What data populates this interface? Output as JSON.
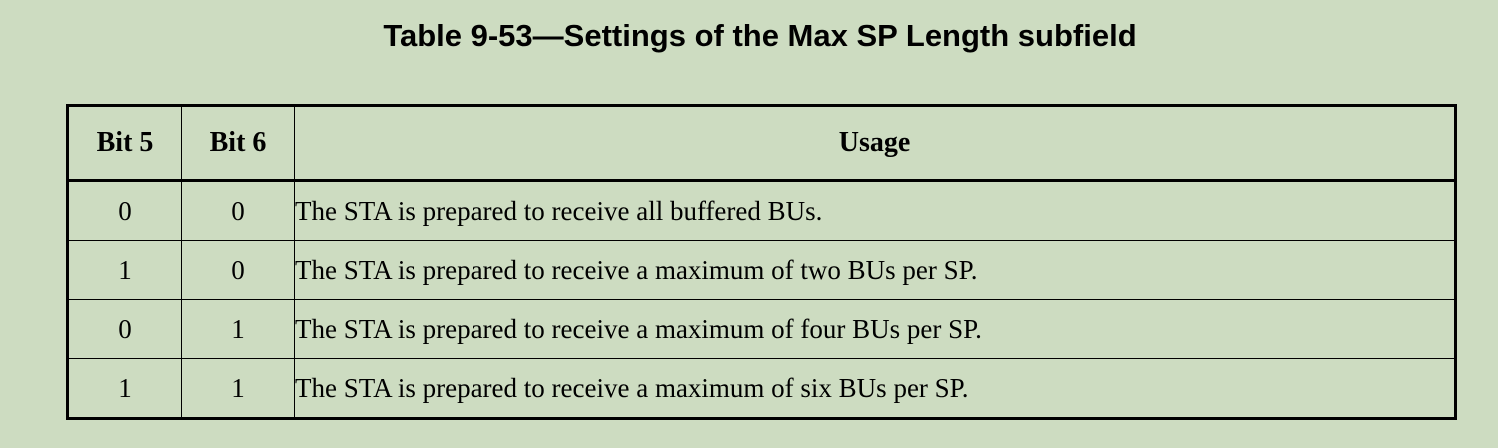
{
  "table": {
    "caption": "Table 9-53—Settings of the Max SP Length subfield",
    "headers": {
      "bit5": "Bit 5",
      "bit6": "Bit 6",
      "usage": "Usage"
    },
    "rows": [
      {
        "bit5": "0",
        "bit6": "0",
        "usage": "The STA is prepared to receive all buffered BUs."
      },
      {
        "bit5": "1",
        "bit6": "0",
        "usage": "The STA is prepared to receive a maximum of two BUs per SP."
      },
      {
        "bit5": "0",
        "bit6": "1",
        "usage": "The STA is prepared to receive a maximum of four BUs per SP."
      },
      {
        "bit5": "1",
        "bit6": "1",
        "usage": "The STA is prepared to receive a maximum of six BUs per SP."
      }
    ]
  }
}
